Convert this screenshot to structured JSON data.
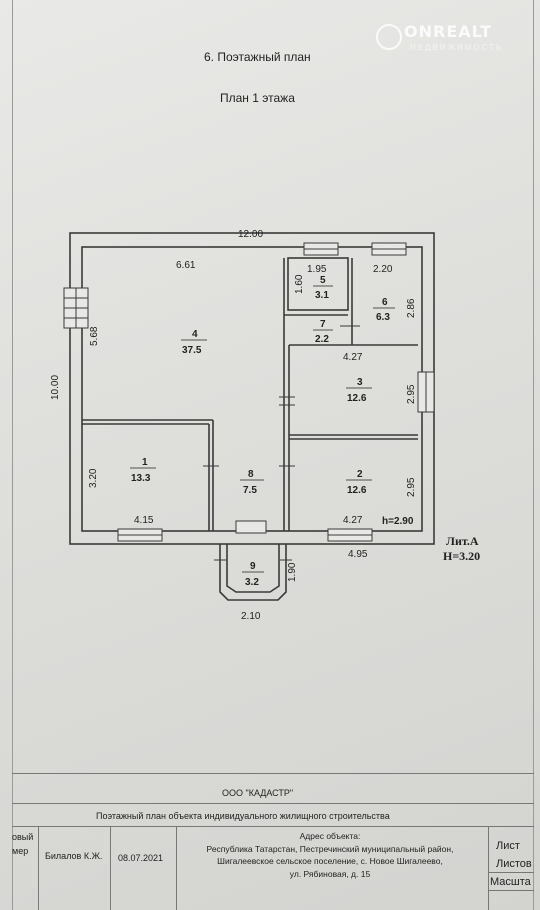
{
  "watermark": {
    "brand": "ONREALT",
    "sub": "НЕДВИЖИМОСТЬ"
  },
  "section_title": "6. Поэтажный план",
  "plan_title": "План 1 этажа",
  "dimensions": {
    "overall_width": "12.00",
    "overall_height": "10.00",
    "room4_top": "6.61",
    "room4_left": "5.68",
    "room5_width": "1.95",
    "room5_height": "1.60",
    "room6_width": "2.20",
    "room6_height": "2.86",
    "room3_top": "4.27",
    "room3_right": "2.95",
    "room2_right": "2.95",
    "room2_bottom": "4.27",
    "room1_left": "3.20",
    "room1_bottom": "4.15",
    "bottom_right": "4.95",
    "porch_height": "1.90",
    "porch_width": "2.10",
    "room_height": "h=2.90"
  },
  "rooms": [
    {
      "num": "1",
      "area": "13.3"
    },
    {
      "num": "2",
      "area": "12.6"
    },
    {
      "num": "3",
      "area": "12.6"
    },
    {
      "num": "4",
      "area": "37.5"
    },
    {
      "num": "5",
      "area": "3.1"
    },
    {
      "num": "6",
      "area": "6.3"
    },
    {
      "num": "7",
      "area": "2.2"
    },
    {
      "num": "8",
      "area": "7.5"
    },
    {
      "num": "9",
      "area": "3.2"
    }
  ],
  "liter": {
    "label": "Лит.А",
    "height": "H=3.20"
  },
  "title_block": {
    "company": "ООО \"КАДАСТР\"",
    "doc_title": "Поэтажный план объекта индивидуального жилищного строительства",
    "row_label_1": "овый",
    "row_label_2": "мер",
    "author": "Билалов К.Ж.",
    "date": "08.07.2021",
    "address_label": "Адрес объекта:",
    "address_line_1": "Республика Татарстан, Пестречинский муниципальный район,",
    "address_line_2": "Шигалеевское сельское поселение, с. Новое Шигалеево,",
    "address_line_3": "ул. Рябиновая, д. 15",
    "sheet": "Лист",
    "sheets": "Листов",
    "scale": "Масшта"
  }
}
